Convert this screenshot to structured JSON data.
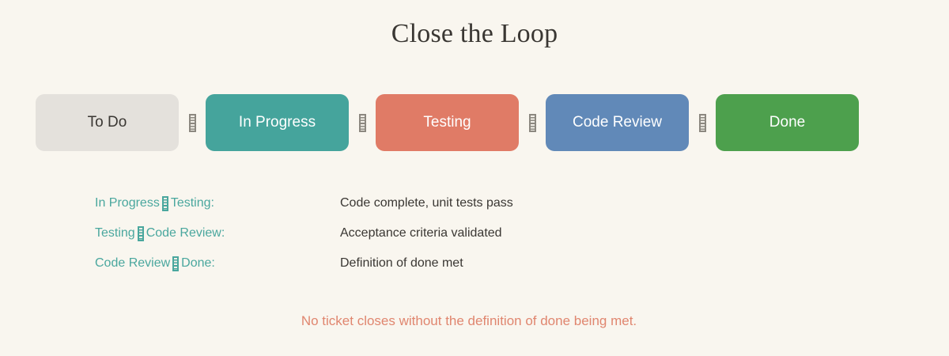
{
  "title": "Close the Loop",
  "theme": {
    "background": "#f9f6ef",
    "title_color": "#3a3733",
    "accent_teal": "#4aa79e",
    "accent_salmon": "#e0866f",
    "text_dark": "#3a3733",
    "separator_color": "#8c8880"
  },
  "pipeline": {
    "separator_glyph": "tofu-missing-glyph-arrow",
    "stages": [
      {
        "label": "To Do",
        "fill": "#e4e1dc",
        "text_color": "#3a3733"
      },
      {
        "label": "In Progress",
        "fill": "#45a49c",
        "text_color": "#ffffff"
      },
      {
        "label": "Testing",
        "fill": "#e07b66",
        "text_color": "#ffffff"
      },
      {
        "label": "Code Review",
        "fill": "#6189b8",
        "text_color": "#ffffff"
      },
      {
        "label": "Done",
        "fill": "#4da04d",
        "text_color": "#ffffff"
      }
    ]
  },
  "criteria": {
    "rows": [
      {
        "from": "In Progress",
        "to": "Testing:",
        "value": "Code complete, unit tests pass"
      },
      {
        "from": "Testing",
        "to": "Code Review:",
        "value": "Acceptance criteria validated"
      },
      {
        "from": "Code Review",
        "to": "Done:",
        "value": "Definition of done met"
      }
    ]
  },
  "footer": {
    "note": "No ticket closes without the definition of done being met."
  }
}
